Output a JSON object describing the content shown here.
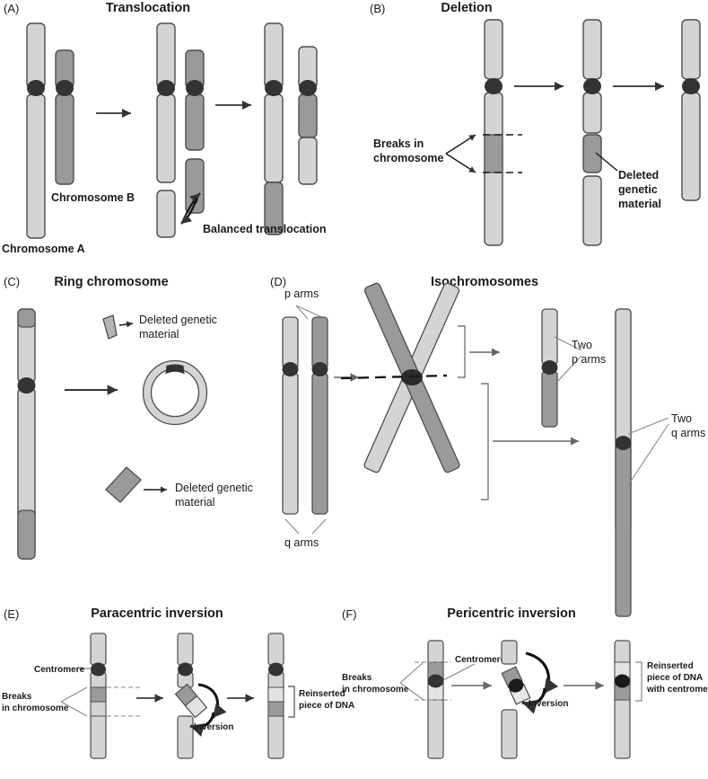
{
  "figure": {
    "title_hidden": "",
    "background": "#ffffff"
  },
  "colors": {
    "light": "#d4d4d4",
    "light2": "#dcdcdc",
    "dark": "#9a9a9a",
    "mid": "#b4b4b4",
    "centromere": "#333333",
    "stroke": "#4d4d4d",
    "text": "#1a1a1a",
    "arrow": "#333333",
    "leader": "#888888"
  },
  "panels": {
    "a": {
      "letter": "(A)",
      "title": "Translocation",
      "labels": {
        "chromosome_a": "Chromosome A",
        "chromosome_b": "Chromosome B",
        "balanced": "Balanced translocation"
      }
    },
    "b": {
      "letter": "(B)",
      "title": "Deletion",
      "labels": {
        "breaks_line1": "Breaks in",
        "breaks_line2": "chromosome",
        "deleted_line1": "Deleted",
        "deleted_line2": "genetic",
        "deleted_line3": "material"
      }
    },
    "c": {
      "letter": "(C)",
      "title": "Ring chromosome",
      "labels": {
        "deleted_top_line1": "Deleted genetic",
        "deleted_top_line2": "material",
        "deleted_bottom_line1": "Deleted genetic",
        "deleted_bottom_line2": "material"
      }
    },
    "d": {
      "letter": "(D)",
      "title": "Isochromosomes",
      "labels": {
        "p_arms": "p arms",
        "q_arms": "q arms",
        "two_p_line1": "Two",
        "two_p_line2": "p arms",
        "two_q_line1": "Two",
        "two_q_line2": "q arms"
      }
    },
    "e": {
      "letter": "(E)",
      "title": "Paracentric  inversion",
      "labels": {
        "centromere": "Centromere",
        "breaks_line1": "Breaks",
        "breaks_line2": "in chromosome",
        "inversion": "Inversion",
        "reinserted_line1": "Reinserted",
        "reinserted_line2": "piece of DNA"
      }
    },
    "f": {
      "letter": "(F)",
      "title": "Pericentric inversion",
      "labels": {
        "centromere": "Centromere",
        "breaks_line1": "Breaks",
        "breaks_line2": "in chromosome",
        "inversion": "Inversion",
        "reinserted_line1": "Reinserted",
        "reinserted_line2": "piece of DNA",
        "reinserted_line3": "with centromere"
      }
    }
  }
}
